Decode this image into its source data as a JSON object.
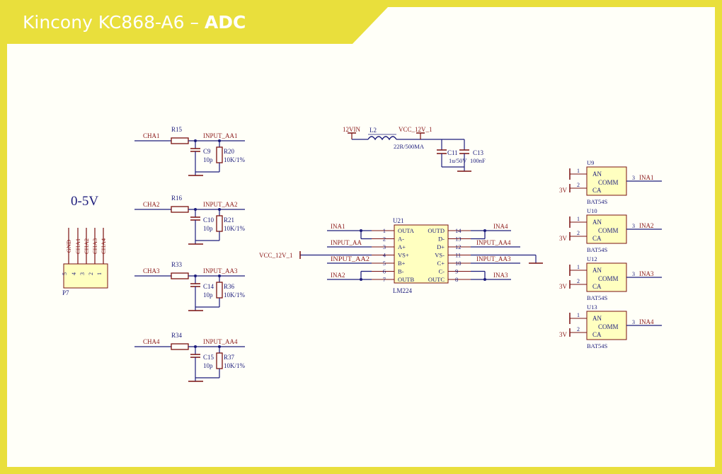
{
  "header": {
    "title_main": "Kincony KC868-A6 – ",
    "title_bold": "ADC",
    "accent_color": "#e9df3c",
    "background_color": "#fffff8"
  },
  "colors": {
    "wire": "#1c1c7c",
    "net_label": "#8b1a1a",
    "component": "#7a1010",
    "part_text": "#1c1c7c",
    "ic_fill": "#ffffc0"
  },
  "connector": {
    "range_label": "0-5V",
    "designator": "P7",
    "pin_numbers": [
      "5",
      "4",
      "3",
      "2",
      "1"
    ],
    "pin_nets": [
      "GND",
      "CHA1",
      "CHA2",
      "CHA3",
      "CHA4"
    ]
  },
  "channels": [
    {
      "input": "CHA1",
      "resistor": "R15",
      "output": "INPUT_AA1",
      "cap": "C9",
      "cap_value": "10p",
      "pulldown": "R20",
      "pulldown_value": "10K/1%"
    },
    {
      "input": "CHA2",
      "resistor": "R16",
      "output": "INPUT_AA2",
      "cap": "C10",
      "cap_value": "10p",
      "pulldown": "R21",
      "pulldown_value": "10K/1%"
    },
    {
      "input": "CHA3",
      "resistor": "R33",
      "output": "INPUT_AA3",
      "cap": "C14",
      "cap_value": "10p",
      "pulldown": "R36",
      "pulldown_value": "10K/1%"
    },
    {
      "input": "CHA4",
      "resistor": "R34",
      "output": "INPUT_AA4",
      "cap": "C15",
      "cap_value": "10p",
      "pulldown": "R37",
      "pulldown_value": "10K/1%"
    }
  ],
  "power_filter": {
    "input_net": "12VIN",
    "inductor": "L2",
    "inductor_value": "22R/500MA",
    "output_net": "VCC_12V_1",
    "cap1": "C11",
    "cap1_value": "1u/50V",
    "cap2": "C13",
    "cap2_value": "100nF"
  },
  "opamp": {
    "designator": "U21",
    "part": "LM224",
    "vcc_net": "VCC_12V_1",
    "left_pins": [
      {
        "num": "1",
        "name": "OUTA",
        "net": "INA1"
      },
      {
        "num": "2",
        "name": "A-",
        "net": ""
      },
      {
        "num": "3",
        "name": "A+",
        "net": "INPUT_AA"
      },
      {
        "num": "4",
        "name": "VS+",
        "net": ""
      },
      {
        "num": "5",
        "name": "B+",
        "net": "INPUT_AA2"
      },
      {
        "num": "6",
        "name": "B-",
        "net": ""
      },
      {
        "num": "7",
        "name": "OUTB",
        "net": "INA2"
      }
    ],
    "right_pins": [
      {
        "num": "14",
        "name": "OUTD",
        "net": "INA4"
      },
      {
        "num": "13",
        "name": "D-",
        "net": ""
      },
      {
        "num": "12",
        "name": "D+",
        "net": "INPUT_AA4"
      },
      {
        "num": "11",
        "name": "VS-",
        "net": ""
      },
      {
        "num": "10",
        "name": "C+",
        "net": "INPUT_AA3"
      },
      {
        "num": "9",
        "name": "C-",
        "net": ""
      },
      {
        "num": "8",
        "name": "OUTC",
        "net": "INA3"
      }
    ]
  },
  "diodes": [
    {
      "designator": "U9",
      "part": "BAT54S",
      "supply": "3V",
      "net": "INA1",
      "pin_an": "AN",
      "pin_comm": "COMM",
      "pin_ca": "CA",
      "num_an": "1",
      "num_ca": "2",
      "num_comm": "3"
    },
    {
      "designator": "U10",
      "part": "BAT54S",
      "supply": "3V",
      "net": "INA2",
      "pin_an": "AN",
      "pin_comm": "COMM",
      "pin_ca": "CA",
      "num_an": "1",
      "num_ca": "2",
      "num_comm": "3"
    },
    {
      "designator": "U12",
      "part": "BAT54S",
      "supply": "3V",
      "net": "INA3",
      "pin_an": "AN",
      "pin_comm": "COMM",
      "pin_ca": "CA",
      "num_an": "1",
      "num_ca": "2",
      "num_comm": "3"
    },
    {
      "designator": "U13",
      "part": "BAT54S",
      "supply": "3V",
      "net": "INA4",
      "pin_an": "AN",
      "pin_comm": "COMM",
      "pin_ca": "CA",
      "num_an": "1",
      "num_ca": "2",
      "num_comm": "3"
    }
  ]
}
